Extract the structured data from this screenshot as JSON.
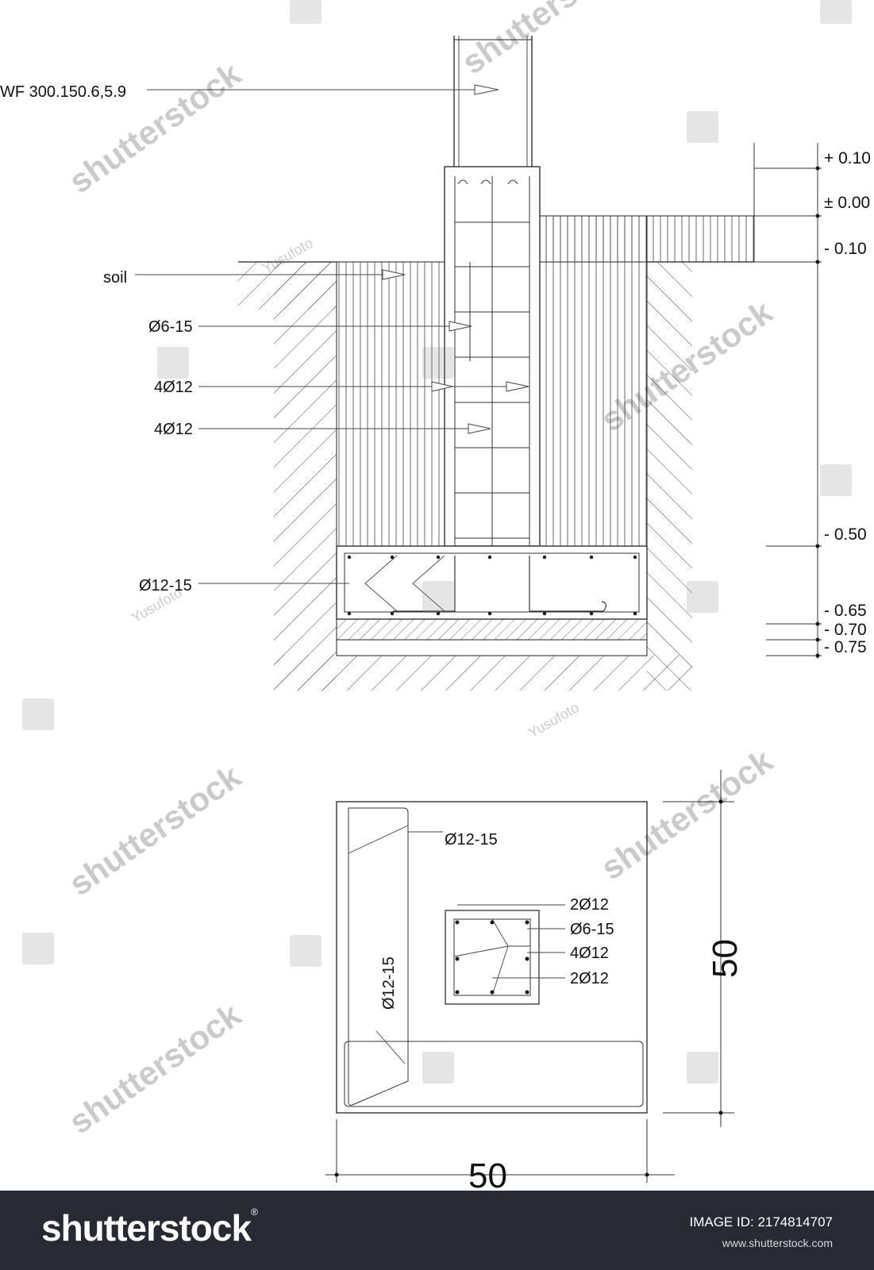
{
  "section": {
    "column_label": "WF 300.150.6,5.9",
    "soil_label": "soil",
    "stirrup_label": "Ø6-15",
    "rebar_label_1": "4Ø12",
    "rebar_label_2": "4Ø12",
    "footing_bar_label": "Ø12-15",
    "levels": [
      "+ 0.10",
      "± 0.00",
      "- 0.10",
      "- 0.50",
      "- 0.65",
      "- 0.70",
      "- 0.75"
    ]
  },
  "plan": {
    "top_bar_label": "Ø12-15",
    "side_bar_label": "Ø12-15",
    "column_labels": [
      "2Ø12",
      "Ø6-15",
      "4Ø12",
      "2Ø12"
    ],
    "width_dim": "50",
    "height_dim": "50"
  },
  "watermarks": {
    "brand": "shutterstock",
    "contributor": "Yusufoto"
  },
  "footer": {
    "logo_text": "shutterstock",
    "logo_mark": "®",
    "image_id_label": "IMAGE ID: 2174814707",
    "site": "www.shutterstock.com"
  }
}
